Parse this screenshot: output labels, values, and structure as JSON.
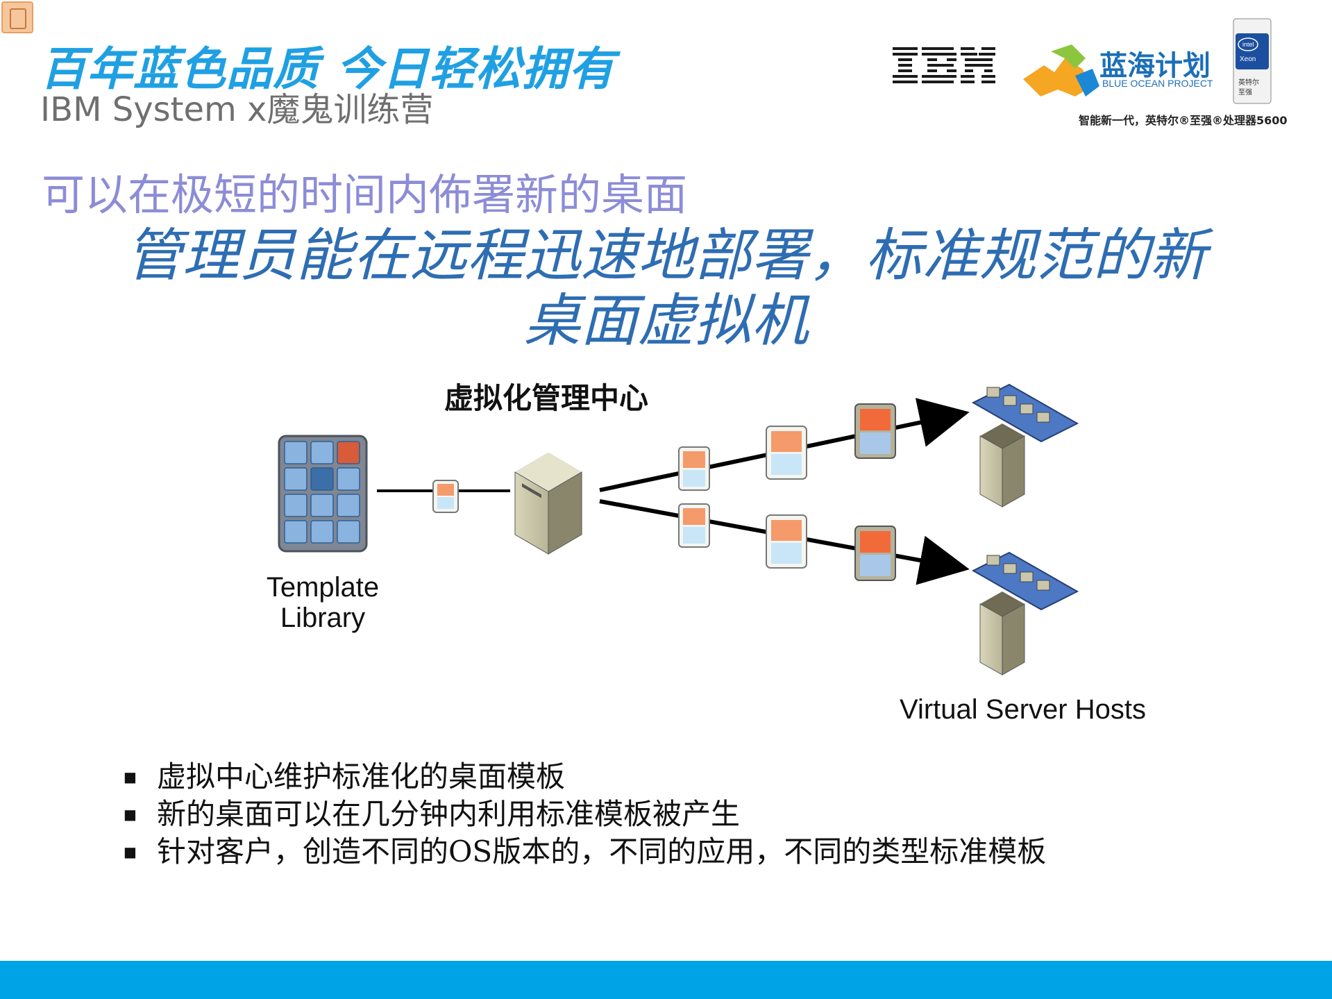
{
  "header": {
    "slogan": "百年蓝色品质 今日轻松拥有",
    "subbrand": "IBM System x魔鬼训练营",
    "ibm_logo_text": "IBM",
    "blue_ocean_cn": "蓝海计划",
    "blue_ocean_en": "BLUE OCEAN PROJECT",
    "intel_tag": "智能新一代，英特尔®至强®处理器5600",
    "intel_box_lines": [
      "intel",
      "Xeon",
      "英特尔",
      "至强"
    ]
  },
  "subtitle": "可以在极短的时间内佈署新的桌面",
  "headline": {
    "line1": "管理员能在远程迅速地部署，标准规范的新",
    "line2": "桌面虚拟机"
  },
  "diagram": {
    "mgmt_center_label": "虚拟化管理中心",
    "template_label_line1": "Template",
    "template_label_line2": "Library",
    "hosts_label": "Virtual Server Hosts"
  },
  "bullets": [
    "虚拟中心维护标准化的桌面模板",
    "新的桌面可以在几分钟内利用标准模板被产生",
    "针对客户，创造不同的OS版本的，不同的应用，不同的类型标准模板"
  ],
  "colors": {
    "slogan": "#1fa0e3",
    "subtitle": "#8c8cd7",
    "headline": "#2e6db2",
    "bottom_bar": "#00a3e6",
    "vm_orange": "#f59a6b",
    "vm_blue": "#c8e6f8"
  }
}
